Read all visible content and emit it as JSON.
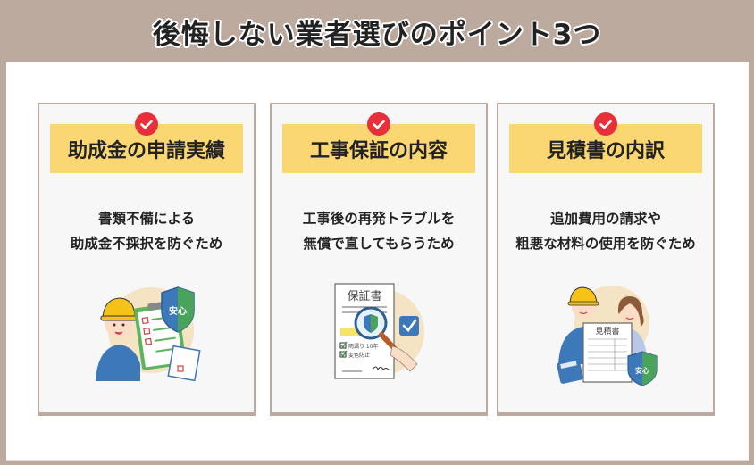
{
  "title": "後悔しない業者選びのポイント3つ",
  "colors": {
    "frame": "#bcaa9e",
    "panel": "#ffffff",
    "card_bg": "#f7f7f7",
    "label_bg": "#fbd773",
    "check_badge": "#e8303a",
    "text": "#222222"
  },
  "cards": [
    {
      "label": "助成金の申請実績",
      "desc_line1": "書類不備による",
      "desc_line2": "助成金不採択を防ぐため",
      "illustration": "worker-with-checklist-and-shield",
      "shield_text": "安心"
    },
    {
      "label": "工事保証の内容",
      "desc_line1": "工事後の再発トラブルを",
      "desc_line2": "無償で直してもらうため",
      "illustration": "warranty-document-with-magnifier",
      "doc_title": "保証書",
      "doc_item1": "雨漏り 10年",
      "doc_item2": "変色防止"
    },
    {
      "label": "見積書の内訳",
      "desc_line1": "追加費用の請求や",
      "desc_line2": "粗悪な材料の使用を防ぐため",
      "illustration": "workers-with-estimate-and-calculator",
      "doc_title": "見積書",
      "shield_text": "安心"
    }
  ]
}
